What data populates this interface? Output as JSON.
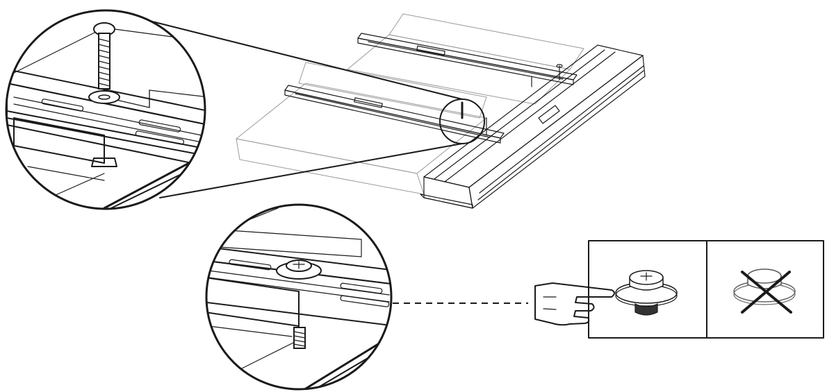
{
  "diagram": {
    "steps": [
      {
        "id": "zoom-top",
        "icon": "bolt-with-washer-icon"
      },
      {
        "id": "zoom-bottom",
        "icon": "bolt-tightened-icon"
      }
    ],
    "comparison": {
      "correct": {
        "icon": "flange-nut-icon",
        "state": "correct"
      },
      "incorrect": {
        "icon": "flange-nut-crossed-icon",
        "state": "incorrect"
      }
    },
    "pointer": {
      "icon": "pointing-hand-icon"
    },
    "colors": {
      "line": "#1a1a1a",
      "faint": "#9a9a9a",
      "background": "#ffffff"
    }
  }
}
